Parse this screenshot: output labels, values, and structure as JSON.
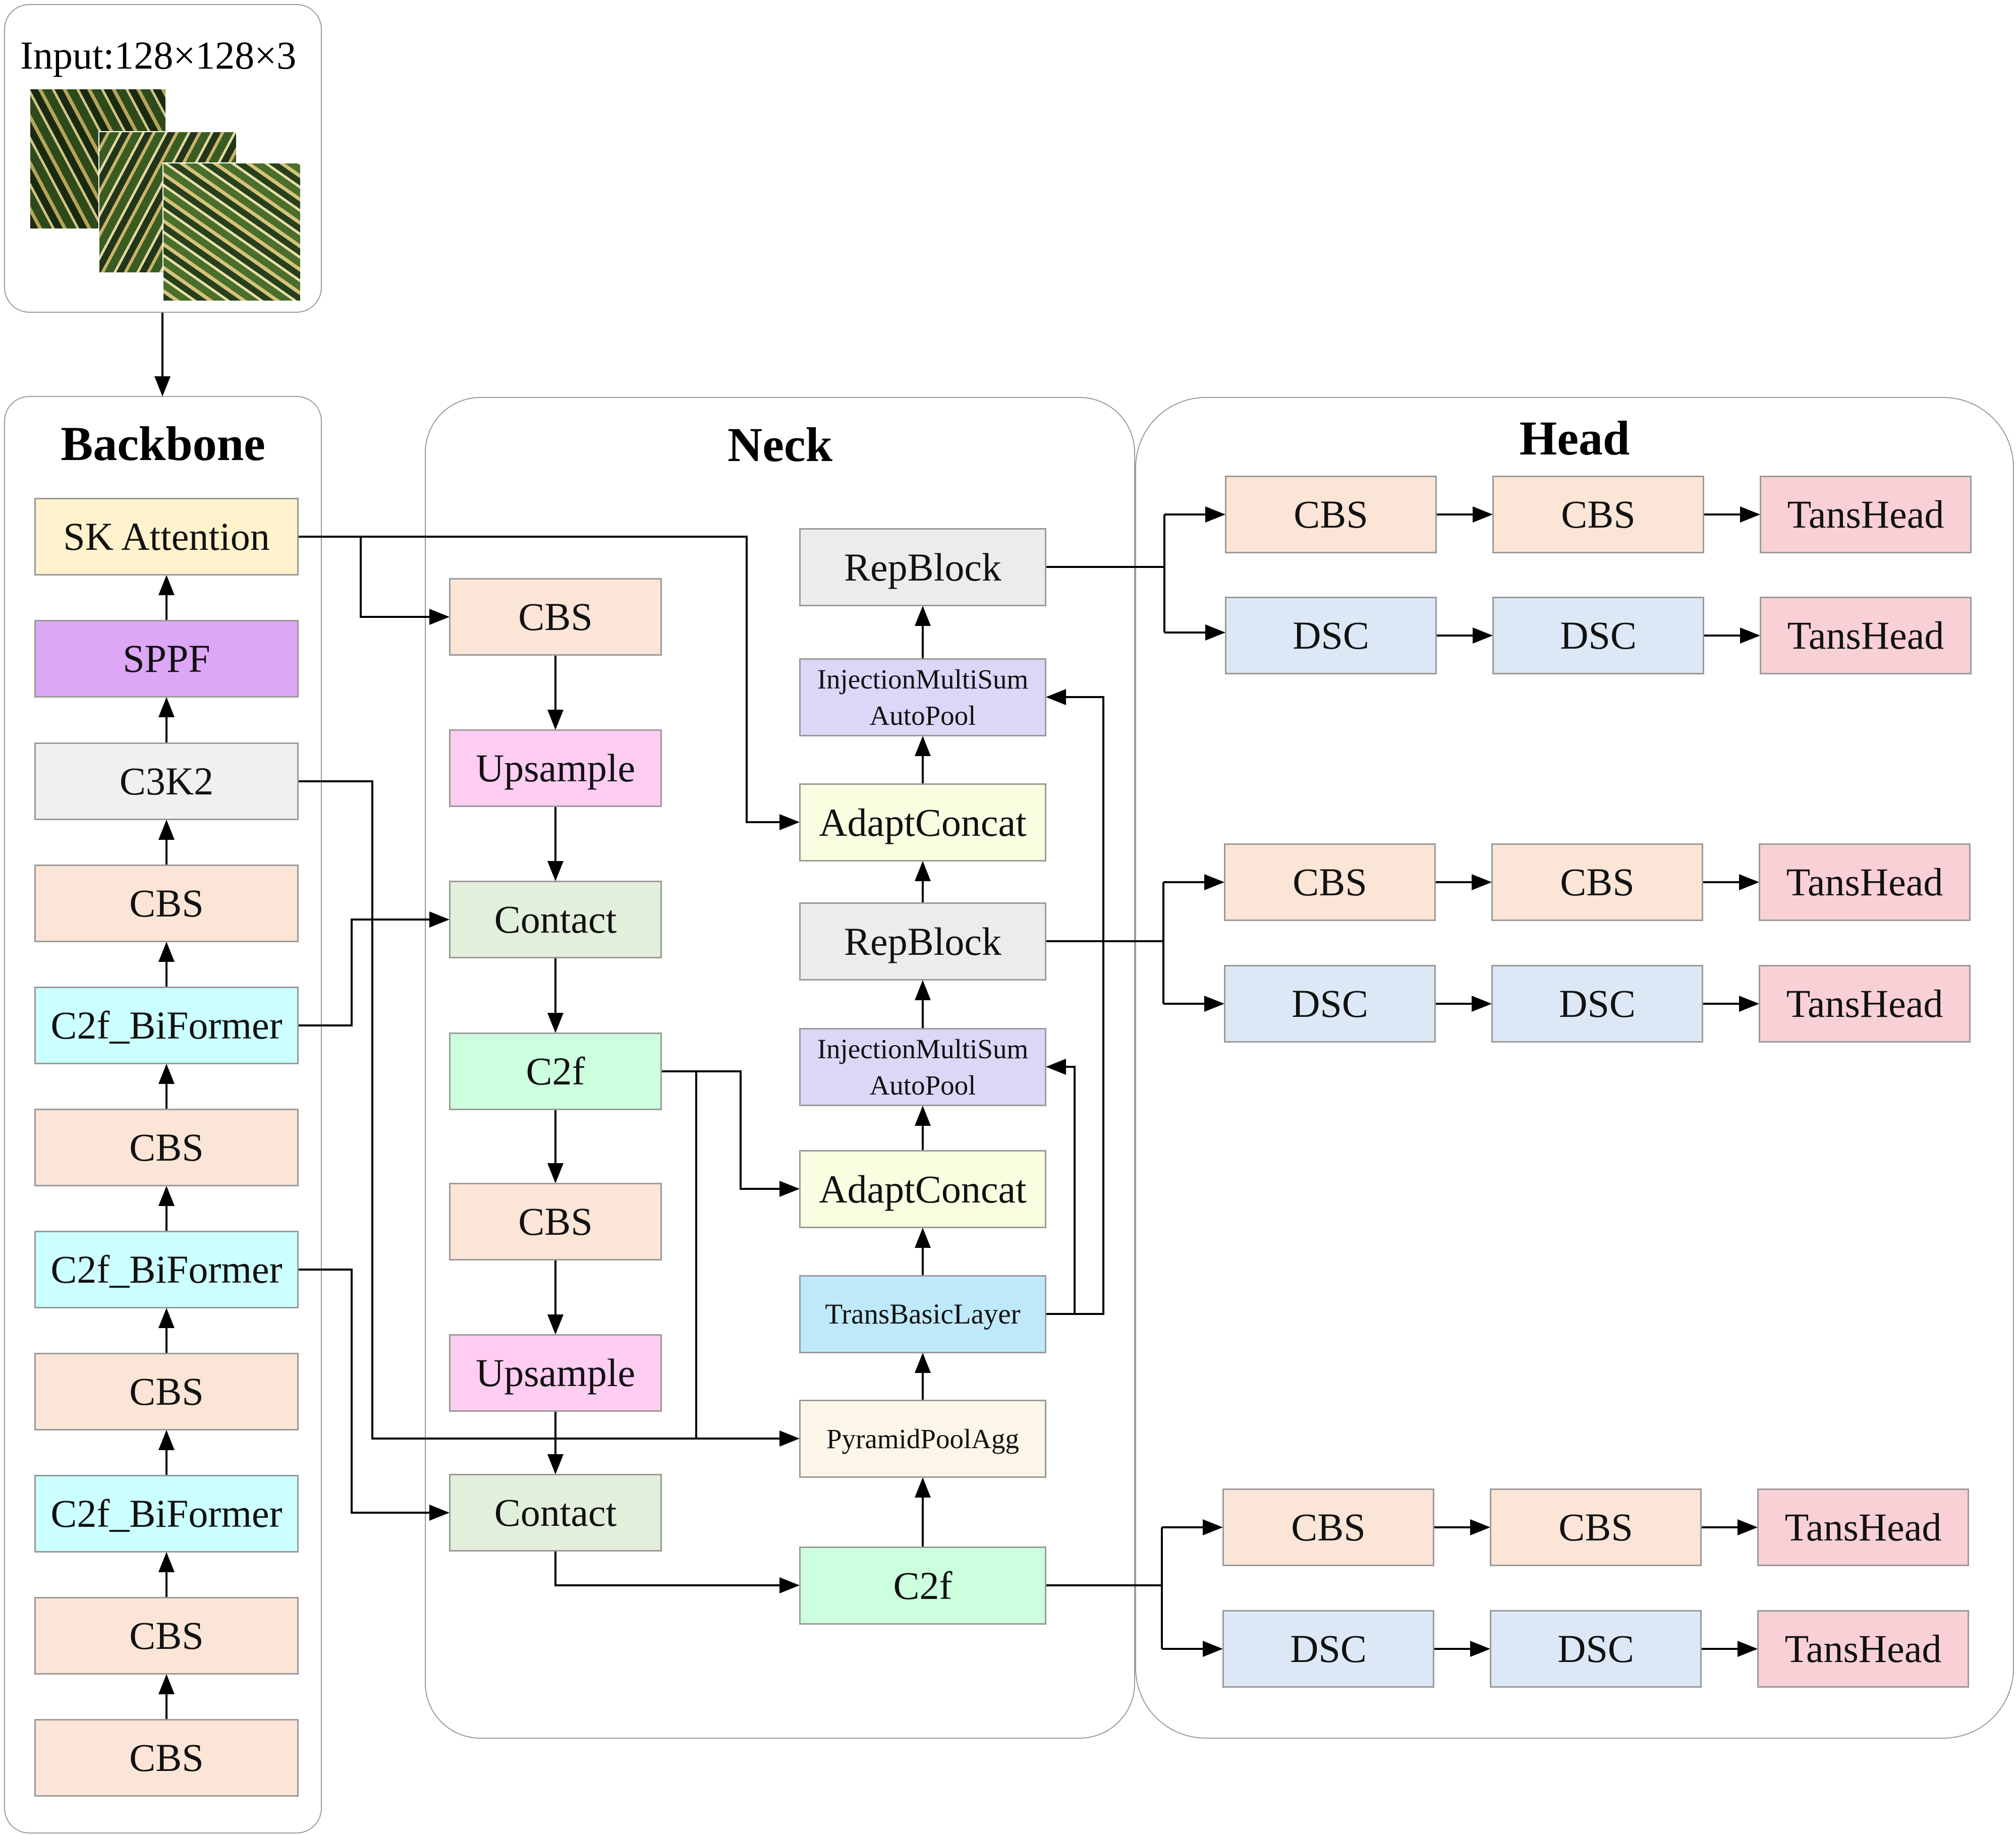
{
  "input": {
    "label": "Input:128×128×3"
  },
  "backbone": {
    "title": "Backbone",
    "blocks": [
      "SK Attention",
      "SPPF",
      "C3K2",
      "CBS",
      "C2f_BiFormer",
      "CBS",
      "C2f_BiFormer",
      "CBS",
      "C2f_BiFormer",
      "CBS",
      "CBS"
    ]
  },
  "neck": {
    "title": "Neck",
    "left_column": [
      "CBS",
      "Upsample",
      "Contact",
      "C2f",
      "CBS",
      "Upsample",
      "Contact"
    ],
    "right_column": {
      "repblock_top": "RepBlock",
      "injection_top_line1": "InjectionMultiSum",
      "injection_top_line2": "AutoPool",
      "adaptconcat_top": "AdaptConcat",
      "repblock_mid": "RepBlock",
      "injection_mid_line1": "InjectionMultiSum",
      "injection_mid_line2": "AutoPool",
      "adaptconcat_mid": "AdaptConcat",
      "transbasic": "TransBasicLayer",
      "pyramidpool": "PyramidPoolAgg",
      "c2f_bottom": "C2f"
    }
  },
  "head": {
    "title": "Head",
    "groups": [
      {
        "row1": [
          "CBS",
          "CBS",
          "TansHead"
        ],
        "row2": [
          "DSC",
          "DSC",
          "TansHead"
        ]
      },
      {
        "row1": [
          "CBS",
          "CBS",
          "TansHead"
        ],
        "row2": [
          "DSC",
          "DSC",
          "TansHead"
        ]
      },
      {
        "row1": [
          "CBS",
          "CBS",
          "TansHead"
        ],
        "row2": [
          "DSC",
          "DSC",
          "TansHead"
        ]
      }
    ]
  },
  "colors": {
    "cbs": "#fbe5d6",
    "sk_attention": "#fff2cc",
    "sppf": "#dda6f7",
    "c3k2": "#f0f0f0",
    "biformer": "#ccffff",
    "upsample": "#ffccf2",
    "contact": "#e2efda",
    "c2f": "#ccffdd",
    "repblock": "#ececec",
    "injection": "#dcd6f7",
    "adaptconcat": "#fbfde0",
    "transbasic": "#bde9fb",
    "pyramidpool": "#fbf6e8",
    "dsc": "#dce8f5",
    "tanshead": "#f9d0d5",
    "line": "#000000",
    "border": "#9a9a9a"
  }
}
